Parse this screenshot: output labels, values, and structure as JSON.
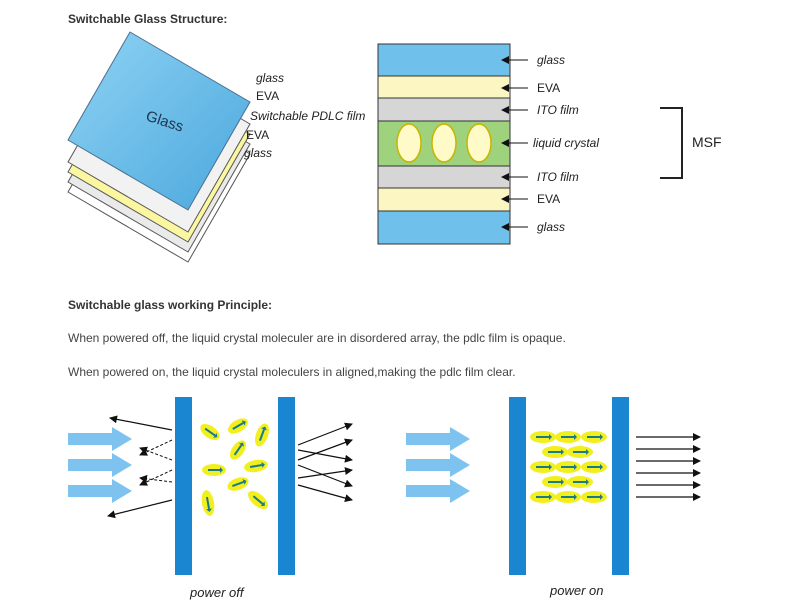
{
  "structure": {
    "heading": "Switchable Glass Structure:",
    "stack_glass_word": "Glass",
    "stack_labels": [
      "glass",
      "EVA",
      "Switchable PDLC film",
      "EVA",
      "glass"
    ],
    "layer_labels": [
      "glass",
      "EVA",
      "ITO film",
      "liquid crystal",
      "ITO film",
      "EVA",
      "glass"
    ],
    "bracket_label": "MSF"
  },
  "principle": {
    "heading": "Switchable glass working Principle:",
    "off_text": "When powered off, the liquid crystal moleculer are in disordered array, the pdlc film is opaque.",
    "on_text": "When powered on, the liquid crystal moleculers in aligned,making the pdlc film clear.",
    "caption_off": "power off",
    "caption_on": "power on"
  },
  "colors": {
    "glass_blue": "#6fc1ec",
    "eva_yellow": "#fbf6c2",
    "ito_gray": "#d6d6d6",
    "lc_green": "#9ed27c",
    "electrode_blue": "#1a86d1",
    "crystal_yellow": "#f2ef1e",
    "crystal_arrow": "#1a7a8a"
  }
}
